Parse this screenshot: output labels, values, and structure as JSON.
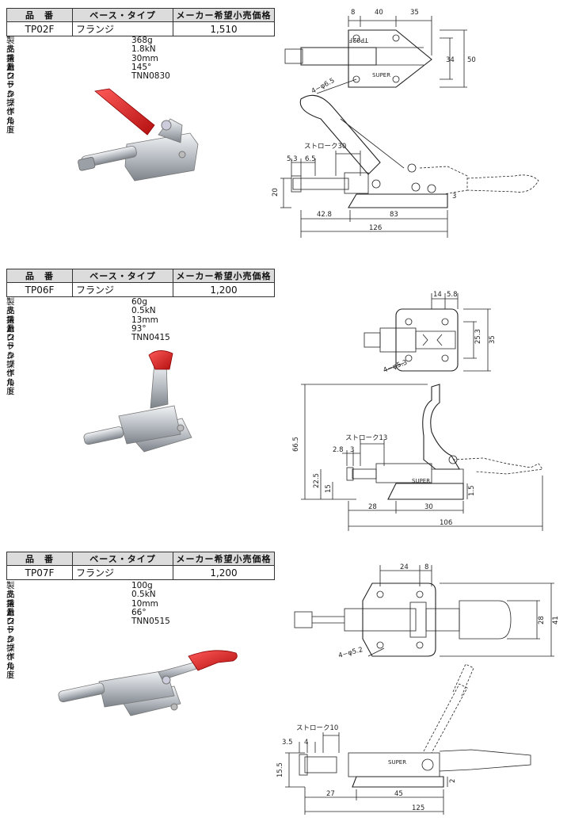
{
  "table_headers": {
    "part_no": "品　番",
    "base_type": "ベース・タイプ",
    "price": "メーカー希望小売価格"
  },
  "spec_labels": {
    "weight": "製品重量",
    "holding_force": "支持力",
    "stroke": "ストローク",
    "handle_angle": "ハンドル操作角度",
    "clamp_bolt": "クランプボルト"
  },
  "products": [
    {
      "part_no": "TP02F",
      "base_type": "フランジ",
      "price": "1,510",
      "weight": "368g",
      "holding_force": "1.8kN",
      "stroke": "30mm",
      "handle_angle": "145°",
      "clamp_bolt": "TNN0830",
      "drawing": {
        "top_dims": [
          "8",
          "40",
          "35"
        ],
        "side_dims": [
          "34",
          "50"
        ],
        "hole_note": "4−φ6.5",
        "plate_text": "TP02F",
        "brand": "SUPER",
        "stroke_label": "ストローク30",
        "small_dims": [
          "5.3",
          "6.5"
        ],
        "height_dim": "20",
        "right_dim": "3",
        "bottom_dims": [
          "42.8",
          "83"
        ],
        "total_dim": "126"
      }
    },
    {
      "part_no": "TP06F",
      "base_type": "フランジ",
      "price": "1,200",
      "weight": "60g",
      "holding_force": "0.5kN",
      "stroke": "13mm",
      "handle_angle": "93°",
      "clamp_bolt": "TNN0415",
      "drawing": {
        "top_dims": [
          "14",
          "5.8"
        ],
        "side_dims": [
          "25.3",
          "35"
        ],
        "hole_note": "4−φ5.3",
        "brand": "SUPER",
        "height_dim": "66.5",
        "stroke_label": "ストローク13",
        "small_dims": [
          "2.8",
          "3"
        ],
        "left_dims": [
          "22.5",
          "15"
        ],
        "right_dim": "1.5",
        "bottom_dims": [
          "28",
          "30"
        ],
        "total_dim": "106"
      }
    },
    {
      "part_no": "TP07F",
      "base_type": "フランジ",
      "price": "1,200",
      "weight": "100g",
      "holding_force": "0.5kN",
      "stroke": "10mm",
      "handle_angle": "66°",
      "clamp_bolt": "TNN0515",
      "drawing": {
        "top_dims": [
          "24",
          "8"
        ],
        "side_dims": [
          "28",
          "41"
        ],
        "hole_note": "4−φ5.2",
        "brand": "SUPER",
        "stroke_label": "ストローク10",
        "small_dims": [
          "3.5",
          "4"
        ],
        "left_dim": "15.5",
        "right_dim": "2",
        "bottom_dims": [
          "27",
          "45"
        ],
        "total_dim": "125"
      }
    }
  ]
}
